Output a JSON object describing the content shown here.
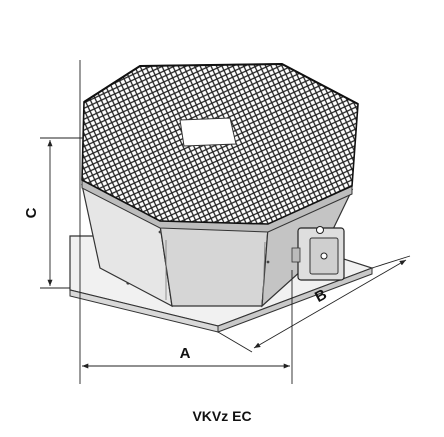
{
  "drawing": {
    "dimension_a": "A",
    "dimension_b": "B",
    "dimension_c": "C"
  },
  "caption": "VKVz EC"
}
